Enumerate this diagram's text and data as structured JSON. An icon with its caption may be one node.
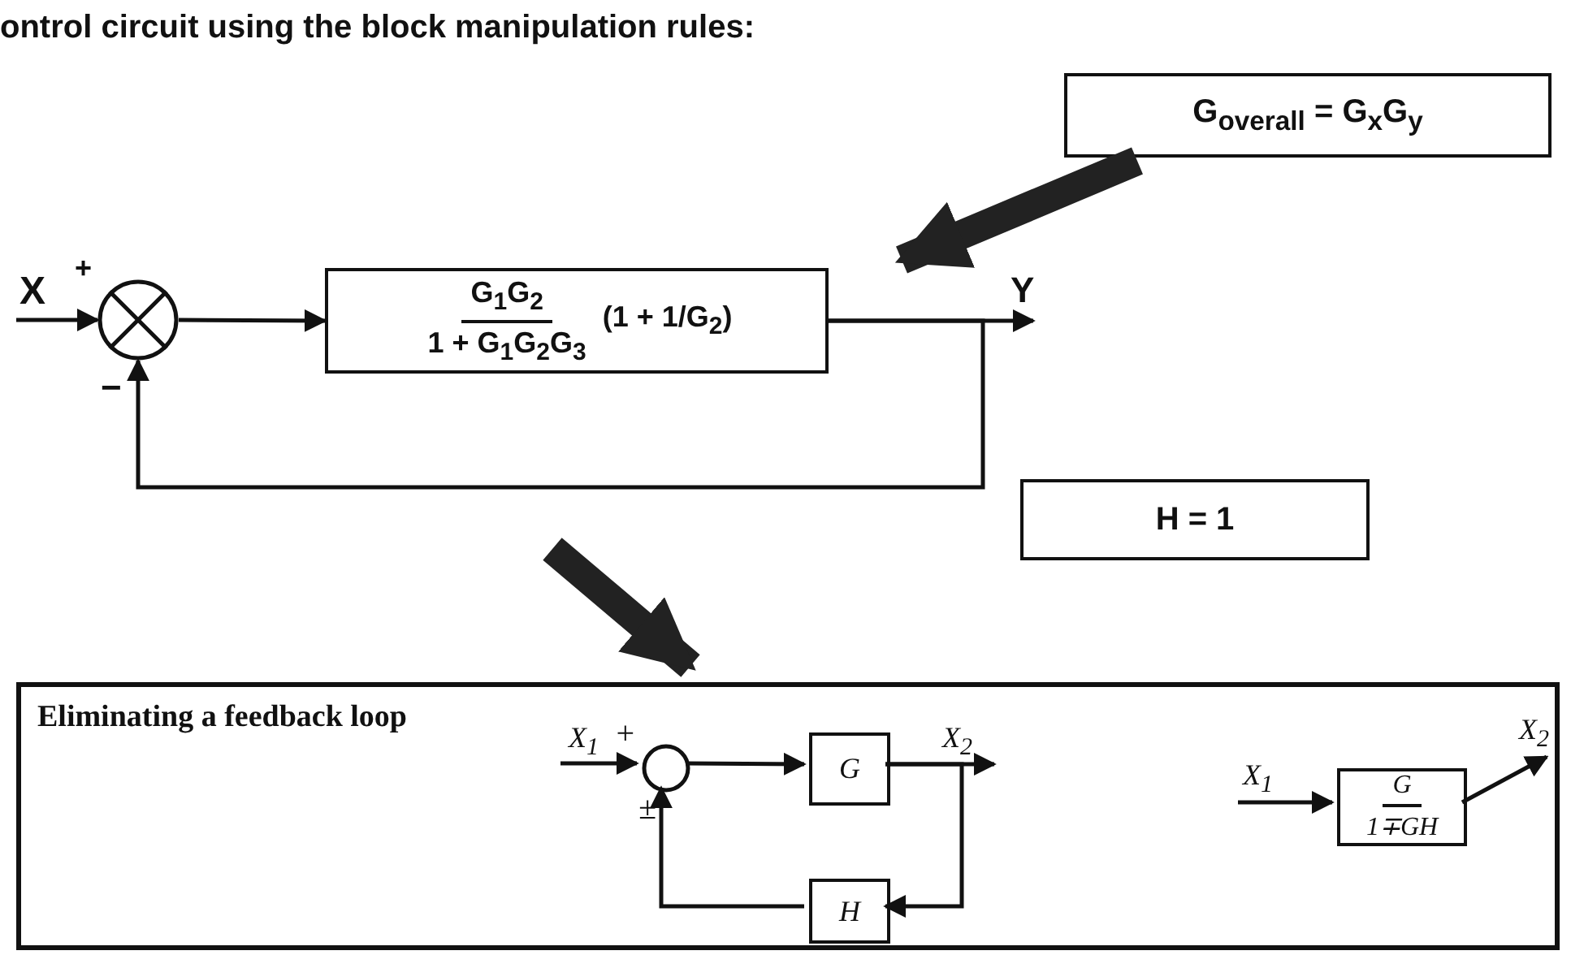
{
  "diagram": {
    "title": "ontrol circuit using the block manipulation rules:",
    "nodes": [
      {
        "text": [],
        "shape": "circle"
      },
      {
        "text": [
          "G$_{1}$G$_{2}$",
          "1 + G$_{1}$G$_{2}$G$_{3}$",
          "(1 + 1/G$_{2}$)"
        ]
      },
      {
        "text": [
          "G$_{overall}$ = G$_{x}$G$_{y}$"
        ]
      },
      {
        "text": [
          "H = 1"
        ]
      },
      {
        "text": [
          "Eliminating a feedback loop"
        ]
      },
      {
        "text": [],
        "shape": "circle",
        "in": 4
      },
      {
        "text": [
          "G"
        ],
        "in": 4
      },
      {
        "text": [
          "H"
        ],
        "in": 4
      },
      {
        "text": [
          "G",
          "1∓GH"
        ],
        "in": 4
      }
    ],
    "edges": [
      {
        "from": null,
        "to": 0,
        "arrow": "to",
        "label": "X"
      },
      {
        "from": 0,
        "to": 1,
        "arrow": "to"
      },
      {
        "from": 1,
        "to": null,
        "arrow": "to",
        "label": "Y"
      },
      {
        "from": 1,
        "to": 0,
        "arrow": "to"
      },
      {
        "from": 2,
        "to": 1,
        "arrow": "to",
        "style": "thick"
      },
      {
        "from": null,
        "to": 4,
        "arrow": "to",
        "style": "thick"
      },
      {
        "from": null,
        "to": 5,
        "arrow": "to",
        "label": "X$_{1}$"
      },
      {
        "from": 5,
        "to": 6,
        "arrow": "to"
      },
      {
        "from": 6,
        "to": null,
        "arrow": "to",
        "label": "X$_{2}$"
      },
      {
        "from": 6,
        "to": 7,
        "arrow": "to"
      },
      {
        "from": 7,
        "to": 5,
        "arrow": "to"
      },
      {
        "from": null,
        "to": 8,
        "arrow": "to",
        "label": "X$_{1}$"
      },
      {
        "from": 8,
        "to": null,
        "arrow": "to",
        "label": "X$_{2}$"
      }
    ],
    "labels": [
      "+",
      "−",
      "+",
      "±"
    ]
  }
}
